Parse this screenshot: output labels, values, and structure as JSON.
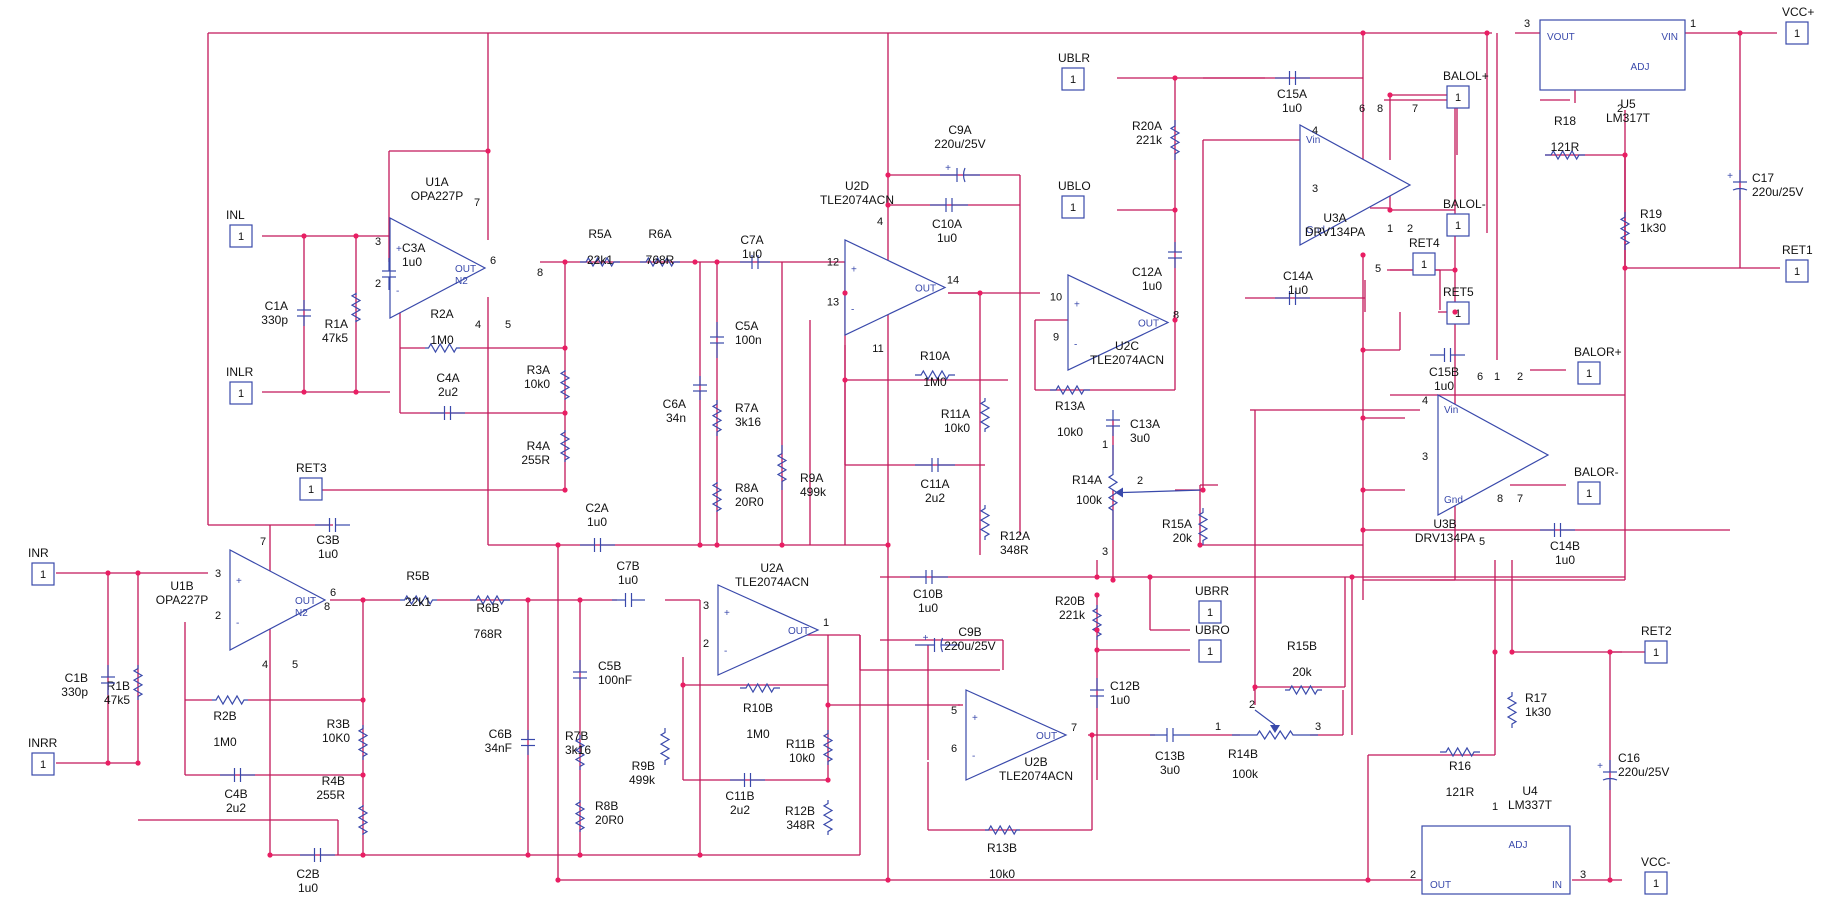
{
  "ports": [
    {
      "id": "INL",
      "label": "INL",
      "num": "1"
    },
    {
      "id": "INLR",
      "label": "INLR",
      "num": "1"
    },
    {
      "id": "INR",
      "label": "INR",
      "num": "1"
    },
    {
      "id": "INRR",
      "label": "INRR",
      "num": "1"
    },
    {
      "id": "RET3",
      "label": "RET3",
      "num": "1"
    },
    {
      "id": "UBLR",
      "label": "UBLR",
      "num": "1"
    },
    {
      "id": "UBLO",
      "label": "UBLO",
      "num": "1"
    },
    {
      "id": "UBRR",
      "label": "UBRR",
      "num": "1"
    },
    {
      "id": "UBRO",
      "label": "UBRO",
      "num": "1"
    },
    {
      "id": "BALOLP",
      "label": "BALOL+",
      "num": "1"
    },
    {
      "id": "BALOLM",
      "label": "BALOL-",
      "num": "1"
    },
    {
      "id": "RET4",
      "label": "RET4",
      "num": "1"
    },
    {
      "id": "RET5",
      "label": "RET5",
      "num": "1"
    },
    {
      "id": "BALORP",
      "label": "BALOR+",
      "num": "1"
    },
    {
      "id": "BALORM",
      "label": "BALOR-",
      "num": "1"
    },
    {
      "id": "VCCP",
      "label": "VCC+",
      "num": "1"
    },
    {
      "id": "RET1",
      "label": "RET1",
      "num": "1"
    },
    {
      "id": "RET2",
      "label": "RET2",
      "num": "1"
    },
    {
      "id": "VCCM",
      "label": "VCC-",
      "num": "1"
    }
  ],
  "opamps": [
    {
      "id": "U1A",
      "ref": "U1A",
      "part": "OPA227P",
      "pins": {
        "p": "3",
        "m": "2",
        "o": "6",
        "v1": "7",
        "v2": "4",
        "t1": "8",
        "t2": "5"
      },
      "out": "OUT",
      "n": "N2"
    },
    {
      "id": "U1B",
      "ref": "U1B",
      "part": "OPA227P",
      "pins": {
        "p": "3",
        "m": "2",
        "o": "6",
        "v1": "7",
        "v2": "4",
        "t1": "8",
        "t2": "5"
      },
      "out": "OUT",
      "n": "N2"
    },
    {
      "id": "U2D",
      "ref": "U2D",
      "part": "TLE2074ACN",
      "pins": {
        "p": "12",
        "m": "13",
        "o": "14",
        "v1": "4",
        "v2": "11"
      },
      "out": "OUT"
    },
    {
      "id": "U2A",
      "ref": "U2A",
      "part": "TLE2074ACN",
      "pins": {
        "p": "3",
        "m": "2",
        "o": "1"
      },
      "out": "OUT"
    },
    {
      "id": "U2C",
      "ref": "U2C",
      "part": "TLE2074ACN",
      "pins": {
        "p": "10",
        "m": "9",
        "o": "8"
      },
      "out": "OUT"
    },
    {
      "id": "U2B",
      "ref": "U2B",
      "part": "TLE2074ACN",
      "pins": {
        "p": "5",
        "m": "6",
        "o": "7"
      },
      "out": "OUT"
    }
  ],
  "drivers": [
    {
      "id": "U3A",
      "ref": "U3A",
      "part": "DRV134PA",
      "vin": "Vin",
      "gnd": "Gnd",
      "pins": {
        "in": "4",
        "g": "3",
        "a": "6",
        "b": "8",
        "c": "7",
        "d": "1",
        "e": "2",
        "f": "5"
      }
    },
    {
      "id": "U3B",
      "ref": "U3B",
      "part": "DRV134PA",
      "vin": "Vin",
      "gnd": "Gnd",
      "pins": {
        "in": "4",
        "g": "3",
        "a": "6",
        "b": "1",
        "c": "2",
        "d": "8",
        "e": "7",
        "f": "5"
      }
    }
  ],
  "regulators": [
    {
      "id": "U5",
      "ref": "U5",
      "part": "LM317T",
      "left": "VOUT",
      "right": "VIN",
      "adj": "ADJ",
      "pl": "3",
      "pr": "1",
      "pa": "2"
    },
    {
      "id": "U4",
      "ref": "U4",
      "part": "LM337T",
      "left": "OUT",
      "right": "IN",
      "adj": "ADJ",
      "pl": "2",
      "pr": "3",
      "pa": "1"
    }
  ],
  "resistors": [
    {
      "id": "R1A",
      "name": "R1A",
      "value": "47k5"
    },
    {
      "id": "R2A",
      "name": "R2A",
      "value": "1M0"
    },
    {
      "id": "R3A",
      "name": "R3A",
      "value": "10k0"
    },
    {
      "id": "R4A",
      "name": "R4A",
      "value": "255R"
    },
    {
      "id": "R5A",
      "name": "R5A",
      "value": "22k1"
    },
    {
      "id": "R6A",
      "name": "R6A",
      "value": "768R"
    },
    {
      "id": "R7A",
      "name": "R7A",
      "value": "3k16"
    },
    {
      "id": "R8A",
      "name": "R8A",
      "value": "20R0"
    },
    {
      "id": "R9A",
      "name": "R9A",
      "value": "499k"
    },
    {
      "id": "R10A",
      "name": "R10A",
      "value": "1M0"
    },
    {
      "id": "R11A",
      "name": "R11A",
      "value": "10k0"
    },
    {
      "id": "R12A",
      "name": "R12A",
      "value": "348R"
    },
    {
      "id": "R13A",
      "name": "R13A",
      "value": "10k0"
    },
    {
      "id": "R15A",
      "name": "R15A",
      "value": "20k"
    },
    {
      "id": "R20A",
      "name": "R20A",
      "value": "221k"
    },
    {
      "id": "R1B",
      "name": "R1B",
      "value": "47k5"
    },
    {
      "id": "R2B",
      "name": "R2B",
      "value": "1M0"
    },
    {
      "id": "R3B",
      "name": "R3B",
      "value": "10K0"
    },
    {
      "id": "R4B",
      "name": "R4B",
      "value": "255R"
    },
    {
      "id": "R5B",
      "name": "R5B",
      "value": "22k1"
    },
    {
      "id": "R6B",
      "name": "R6B",
      "value": "768R"
    },
    {
      "id": "R7B",
      "name": "R7B",
      "value": "3k16"
    },
    {
      "id": "R8B",
      "name": "R8B",
      "value": "20R0"
    },
    {
      "id": "R9B",
      "name": "R9B",
      "value": "499k"
    },
    {
      "id": "R10B",
      "name": "R10B",
      "value": "1M0"
    },
    {
      "id": "R11B",
      "name": "R11B",
      "value": "10k0"
    },
    {
      "id": "R12B",
      "name": "R12B",
      "value": "348R"
    },
    {
      "id": "R13B",
      "name": "R13B",
      "value": "10k0"
    },
    {
      "id": "R15B",
      "name": "R15B",
      "value": "20k"
    },
    {
      "id": "R20B",
      "name": "R20B",
      "value": "221k"
    },
    {
      "id": "R16",
      "name": "R16",
      "value": "121R"
    },
    {
      "id": "R17",
      "name": "R17",
      "value": "1k30"
    },
    {
      "id": "R18",
      "name": "R18",
      "value": "121R"
    },
    {
      "id": "R19",
      "name": "R19",
      "value": "1k30"
    }
  ],
  "capacitors": [
    {
      "id": "C1A",
      "name": "C1A",
      "value": "330p"
    },
    {
      "id": "C2A",
      "name": "C2A",
      "value": "1u0"
    },
    {
      "id": "C3A",
      "name": "C3A",
      "value": "1u0"
    },
    {
      "id": "C4A",
      "name": "C4A",
      "value": "2u2"
    },
    {
      "id": "C5A",
      "name": "C5A",
      "value": "100n"
    },
    {
      "id": "C6A",
      "name": "C6A",
      "value": "34n"
    },
    {
      "id": "C7A",
      "name": "C7A",
      "value": "1u0"
    },
    {
      "id": "C9A",
      "name": "C9A",
      "value": "220u/25V"
    },
    {
      "id": "C10A",
      "name": "C10A",
      "value": "1u0"
    },
    {
      "id": "C11A",
      "name": "C11A",
      "value": "2u2"
    },
    {
      "id": "C12A",
      "name": "C12A",
      "value": "1u0"
    },
    {
      "id": "C13A",
      "name": "C13A",
      "value": "3u0"
    },
    {
      "id": "C14A",
      "name": "C14A",
      "value": "1u0"
    },
    {
      "id": "C15A",
      "name": "C15A",
      "value": "1u0"
    },
    {
      "id": "C1B",
      "name": "C1B",
      "value": "330p"
    },
    {
      "id": "C2B",
      "name": "C2B",
      "value": "1u0"
    },
    {
      "id": "C3B",
      "name": "C3B",
      "value": "1u0"
    },
    {
      "id": "C4B",
      "name": "C4B",
      "value": "2u2"
    },
    {
      "id": "C5B",
      "name": "C5B",
      "value": "100nF"
    },
    {
      "id": "C6B",
      "name": "C6B",
      "value": "34nF"
    },
    {
      "id": "C7B",
      "name": "C7B",
      "value": "1u0"
    },
    {
      "id": "C9B",
      "name": "C9B",
      "value": "220u/25V"
    },
    {
      "id": "C10B",
      "name": "C10B",
      "value": "1u0"
    },
    {
      "id": "C11B",
      "name": "C11B",
      "value": "2u2"
    },
    {
      "id": "C12B",
      "name": "C12B",
      "value": "1u0"
    },
    {
      "id": "C13B",
      "name": "C13B",
      "value": "3u0"
    },
    {
      "id": "C14B",
      "name": "C14B",
      "value": "1u0"
    },
    {
      "id": "C15B",
      "name": "C15B",
      "value": "1u0"
    },
    {
      "id": "C16",
      "name": "C16",
      "value": "220u/25V"
    },
    {
      "id": "C17",
      "name": "C17",
      "value": "220u/25V"
    }
  ],
  "pots": [
    {
      "id": "R14A",
      "name": "R14A",
      "value": "100k",
      "p1": "1",
      "p2": "2",
      "p3": "3"
    },
    {
      "id": "R14B",
      "name": "R14B",
      "value": "100k",
      "p1": "1",
      "p2": "2",
      "p3": "3"
    }
  ]
}
